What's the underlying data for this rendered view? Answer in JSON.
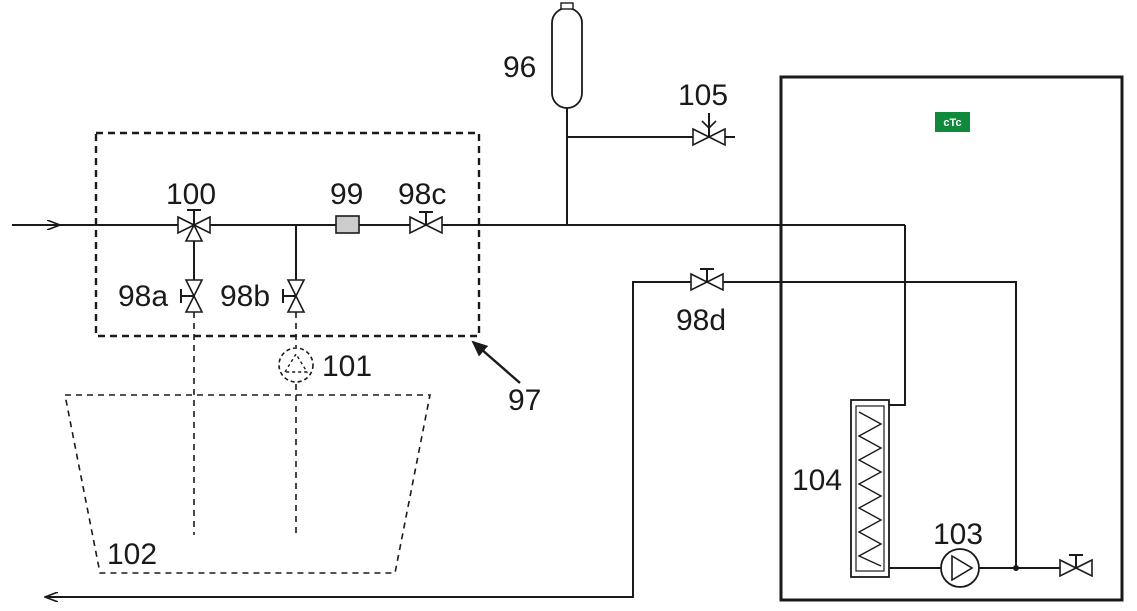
{
  "labels": {
    "l96": "96",
    "l97": "97",
    "l98a": "98a",
    "l98b": "98b",
    "l98c": "98c",
    "l98d": "98d",
    "l99": "99",
    "l100": "100",
    "l101": "101",
    "l102": "102",
    "l103": "103",
    "l104": "104",
    "l105": "105"
  },
  "brand": {
    "text": "cTc",
    "color": "#0f8a3c"
  }
}
